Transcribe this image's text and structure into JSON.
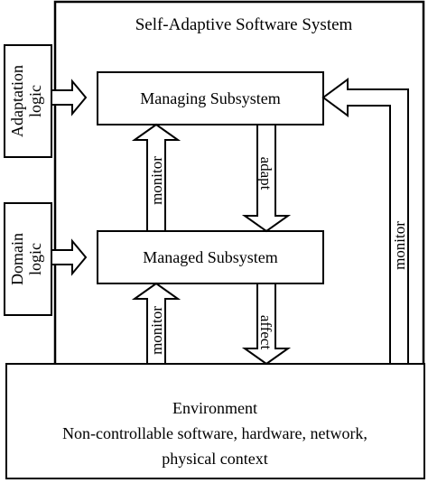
{
  "system": {
    "title": "Self-Adaptive Software System"
  },
  "managing": {
    "label": "Managing Subsystem"
  },
  "managed": {
    "label": "Managed Subsystem"
  },
  "environment": {
    "line1": "Environment",
    "line2": "Non-controllable software, hardware, network,",
    "line3": "physical context"
  },
  "adaptation_logic": {
    "word1": "Adaptation",
    "word2": "logic"
  },
  "domain_logic": {
    "word1": "Domain",
    "word2": "logic"
  },
  "arrows": {
    "monitor_upper": "monitor",
    "adapt": "adapt",
    "monitor_lower": "monitor",
    "affect": "affect",
    "monitor_right": "monitor"
  }
}
